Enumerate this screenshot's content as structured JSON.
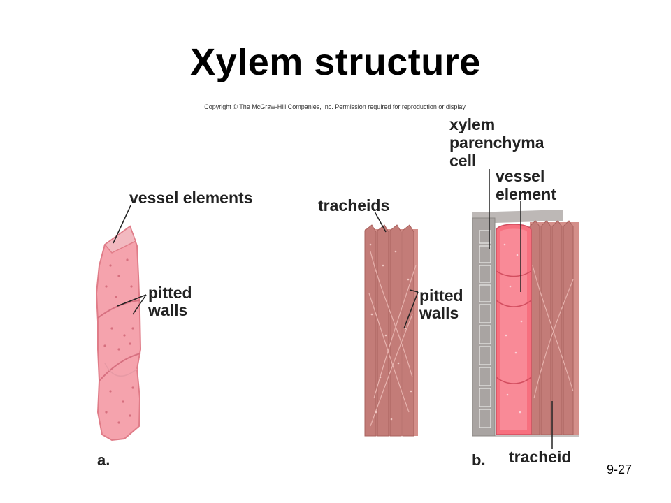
{
  "slide": {
    "title": "Xylem structure",
    "copyright": "Copyright © The McGraw-Hill Companies, Inc. Permission required for reproduction or display.",
    "slide_number": "9-27"
  },
  "panel_a": {
    "letter": "a.",
    "labels": {
      "vessel_elements": "vessel elements",
      "pitted": "pitted",
      "walls": "walls"
    }
  },
  "panel_tracheids": {
    "labels": {
      "tracheids": "tracheids",
      "pitted": "pitted",
      "walls": "walls"
    }
  },
  "panel_b": {
    "letter": "b.",
    "labels": {
      "xylem": "xylem",
      "parenchyma": "parenchyma",
      "cell": "cell",
      "vessel": "vessel",
      "element": "element",
      "tracheid": "tracheid"
    }
  },
  "colors": {
    "vessel_pink": "#f5a3ad",
    "vessel_pink_dark": "#e98491",
    "vessel_bright": "#f7707f",
    "tracheid_brown": "#d48f8a",
    "tracheid_dark": "#b8706c",
    "parenchyma_gray": "#a9a4a2"
  }
}
